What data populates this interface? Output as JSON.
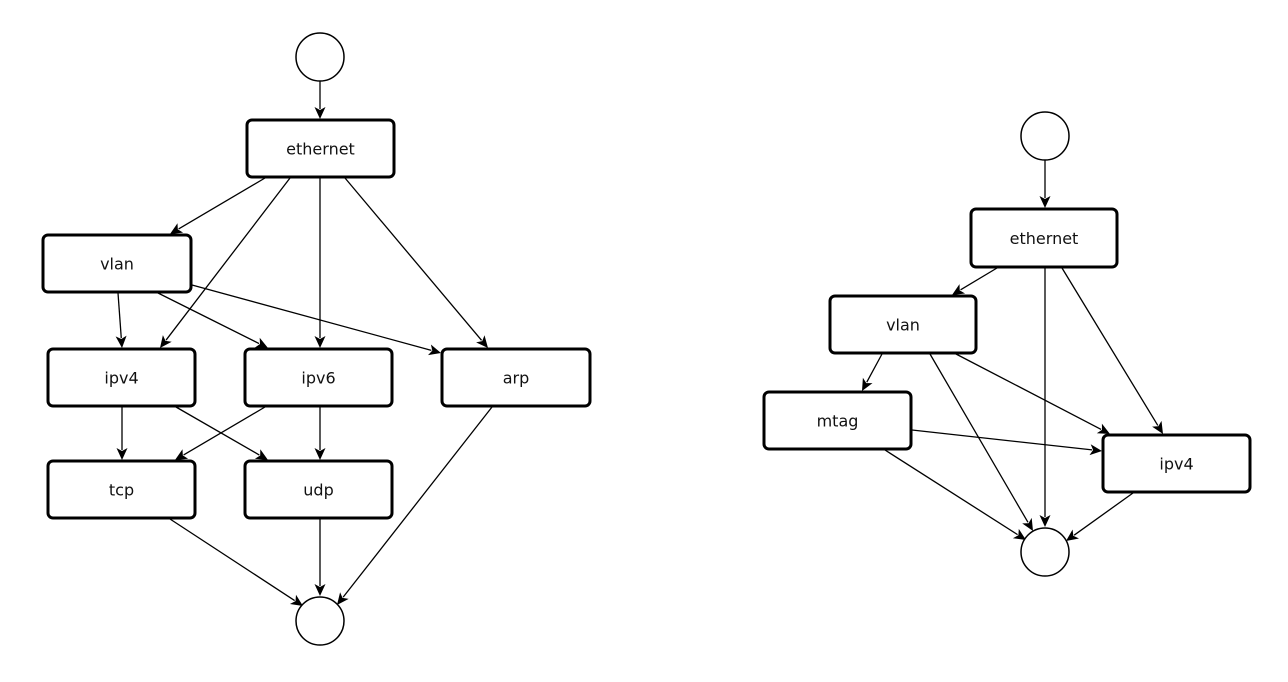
{
  "graphs": [
    {
      "name": "left-parse-graph",
      "nodes": [
        {
          "id": "start",
          "kind": "circle",
          "label": ""
        },
        {
          "id": "ethernet",
          "kind": "box",
          "label": "ethernet"
        },
        {
          "id": "vlan",
          "kind": "box",
          "label": "vlan"
        },
        {
          "id": "ipv4",
          "kind": "box",
          "label": "ipv4"
        },
        {
          "id": "ipv6",
          "kind": "box",
          "label": "ipv6"
        },
        {
          "id": "arp",
          "kind": "box",
          "label": "arp"
        },
        {
          "id": "tcp",
          "kind": "box",
          "label": "tcp"
        },
        {
          "id": "udp",
          "kind": "box",
          "label": "udp"
        },
        {
          "id": "end",
          "kind": "circle",
          "label": ""
        }
      ],
      "edges": [
        [
          "start",
          "ethernet"
        ],
        [
          "ethernet",
          "vlan"
        ],
        [
          "ethernet",
          "ipv4"
        ],
        [
          "ethernet",
          "ipv6"
        ],
        [
          "ethernet",
          "arp"
        ],
        [
          "vlan",
          "ipv4"
        ],
        [
          "vlan",
          "ipv6"
        ],
        [
          "vlan",
          "arp"
        ],
        [
          "ipv4",
          "tcp"
        ],
        [
          "ipv4",
          "udp"
        ],
        [
          "ipv6",
          "tcp"
        ],
        [
          "ipv6",
          "udp"
        ],
        [
          "tcp",
          "end"
        ],
        [
          "udp",
          "end"
        ],
        [
          "arp",
          "end"
        ]
      ]
    },
    {
      "name": "right-parse-graph",
      "nodes": [
        {
          "id": "start",
          "kind": "circle",
          "label": ""
        },
        {
          "id": "ethernet",
          "kind": "box",
          "label": "ethernet"
        },
        {
          "id": "vlan",
          "kind": "box",
          "label": "vlan"
        },
        {
          "id": "mtag",
          "kind": "box",
          "label": "mtag"
        },
        {
          "id": "ipv4",
          "kind": "box",
          "label": "ipv4"
        },
        {
          "id": "end",
          "kind": "circle",
          "label": ""
        }
      ],
      "edges": [
        [
          "start",
          "ethernet"
        ],
        [
          "ethernet",
          "vlan"
        ],
        [
          "ethernet",
          "end"
        ],
        [
          "ethernet",
          "ipv4"
        ],
        [
          "vlan",
          "mtag"
        ],
        [
          "vlan",
          "end"
        ],
        [
          "vlan",
          "ipv4"
        ],
        [
          "mtag",
          "ipv4"
        ],
        [
          "mtag",
          "end"
        ],
        [
          "ipv4",
          "end"
        ]
      ]
    }
  ]
}
